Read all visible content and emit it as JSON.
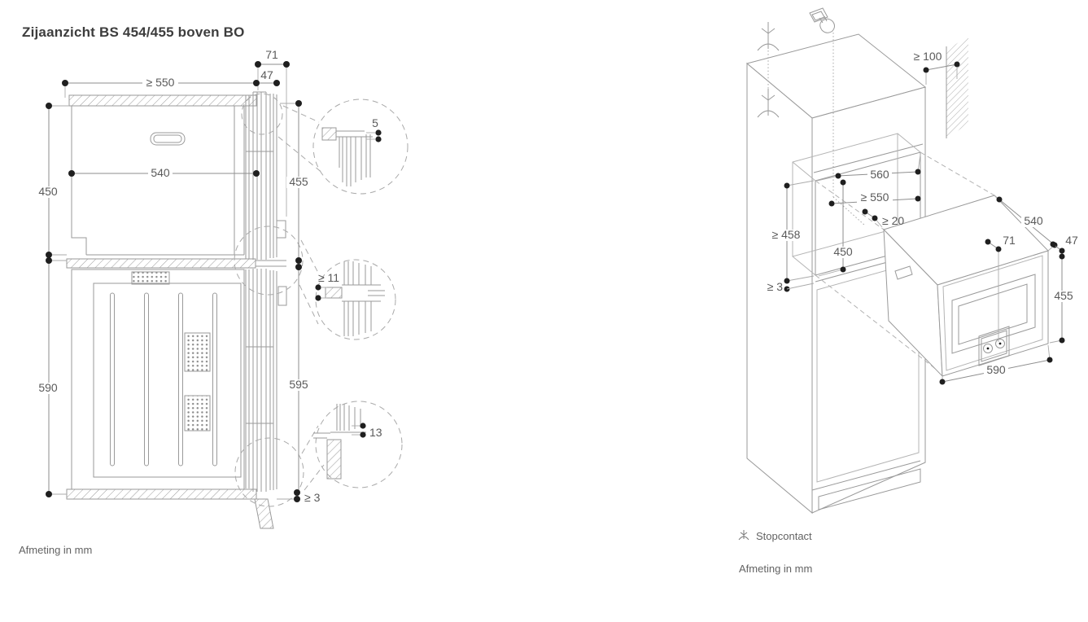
{
  "page": {
    "left": {
      "title": "Zijaanzicht BS 454/455 boven BO",
      "note": "Afmeting in mm",
      "dims": {
        "niche_width_min": "≥ 550",
        "door_depth_total": "71",
        "door_depth_front": "47",
        "upper_niche_height": "450",
        "upper_depth": "540",
        "upper_door_height": "455",
        "lower_niche_height": "590",
        "lower_door_height": "595",
        "bottom_clearance_min": "≥ 3",
        "detail_top_gap": "5",
        "detail_shelf_min": "≥ 11",
        "detail_bottom_overhang": "13"
      }
    },
    "right": {
      "note": "Afmeting in mm",
      "legend_socket": "Stopcontact",
      "dims": {
        "wall_clearance_min": "≥ 100",
        "niche_depth": "560",
        "cabinet_depth_min": "≥ 550",
        "rear_clearance_min": "≥ 20",
        "niche_height_min": "≥ 458",
        "niche_height": "450",
        "bottom_clearance_min": "≥ 3",
        "appliance_depth": "540",
        "door_depth_total": "71",
        "door_depth_front": "47",
        "appliance_height": "455",
        "appliance_width": "590"
      }
    },
    "colors": {
      "background": "#ffffff",
      "line": "#9a9a9a",
      "dimension_text": "#5a5a5a",
      "title_text": "#3d3d3d",
      "dot": "#1f1f1f"
    }
  }
}
